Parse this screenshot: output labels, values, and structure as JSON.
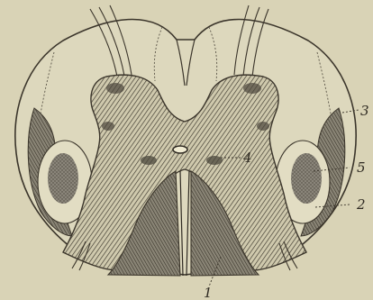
{
  "figure": {
    "callouts": [
      {
        "id": "3",
        "label": "3"
      },
      {
        "id": "5",
        "label": "5"
      },
      {
        "id": "2",
        "label": "2"
      },
      {
        "id": "4",
        "label": "4"
      },
      {
        "id": "1",
        "label": "1"
      }
    ],
    "colors": {
      "background": "#d9d3b6",
      "outline": "#3b352b",
      "hatch": "#2f2a22",
      "shade": "#7b766a",
      "dark_fill": "#5d584d"
    }
  }
}
